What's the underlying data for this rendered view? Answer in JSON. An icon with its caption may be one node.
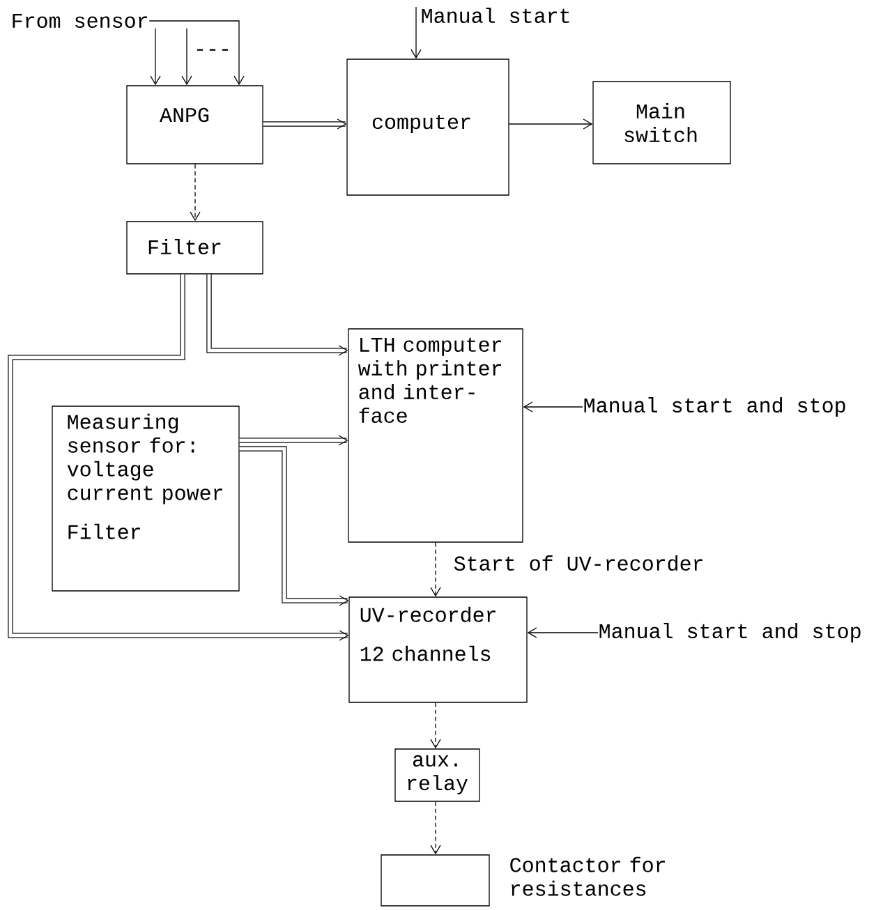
{
  "diagram": {
    "nodes": [
      {
        "text": [
          "From sensor"
        ]
      },
      {
        "text": [
          "ANPG"
        ]
      },
      {
        "text": [
          "Manual start"
        ]
      },
      {
        "text": [
          "computer"
        ]
      },
      {
        "text": [
          "Main switch"
        ]
      },
      {
        "text": [
          "Filter"
        ]
      },
      {
        "text": [
          "LTH computer with printer and inter- face"
        ]
      },
      {
        "text": [
          "Measuring sensor for: voltage current power",
          "Filter"
        ]
      },
      {
        "text": [
          "Manual start and stop"
        ]
      },
      {
        "text": [
          "UV-recorder",
          "12 channels"
        ]
      },
      {
        "text": [
          "Manual start and stop"
        ]
      },
      {
        "text": [
          "aux. relay"
        ]
      },
      {
        "text": [],
        "shape": "box",
        "beside": [
          "Contactor for resistances"
        ]
      }
    ],
    "edges": [
      {
        "from": 0,
        "to": 1,
        "arrow": "to"
      },
      {
        "from": 0,
        "to": 1,
        "arrow": "to"
      },
      {
        "from": 0,
        "to": 1,
        "arrow": "to"
      },
      {
        "from": 2,
        "to": 3,
        "arrow": "to"
      },
      {
        "from": 1,
        "to": 3,
        "arrow": "to",
        "style": "thick"
      },
      {
        "from": 3,
        "to": 4,
        "arrow": "to"
      },
      {
        "from": 1,
        "to": 5,
        "arrow": "to",
        "style": "dashed"
      },
      {
        "from": 5,
        "to": 6,
        "arrow": "to",
        "style": "thick"
      },
      {
        "from": 5,
        "to": 9,
        "arrow": "to",
        "style": "thick"
      },
      {
        "from": 7,
        "to": 6,
        "arrow": "to",
        "style": "thick"
      },
      {
        "from": 7,
        "to": 9,
        "arrow": "to",
        "style": "thick"
      },
      {
        "from": 8,
        "to": 6,
        "arrow": "to"
      },
      {
        "from": 6,
        "to": 9,
        "arrow": "to",
        "style": "dashed",
        "label": "Start of UV-recorder"
      },
      {
        "from": 10,
        "to": 9,
        "arrow": "to"
      },
      {
        "from": 9,
        "to": 11,
        "arrow": "to",
        "style": "dashed"
      },
      {
        "from": 11,
        "to": 12,
        "arrow": "to",
        "style": "dashed"
      }
    ],
    "labels": [
      "---"
    ]
  }
}
